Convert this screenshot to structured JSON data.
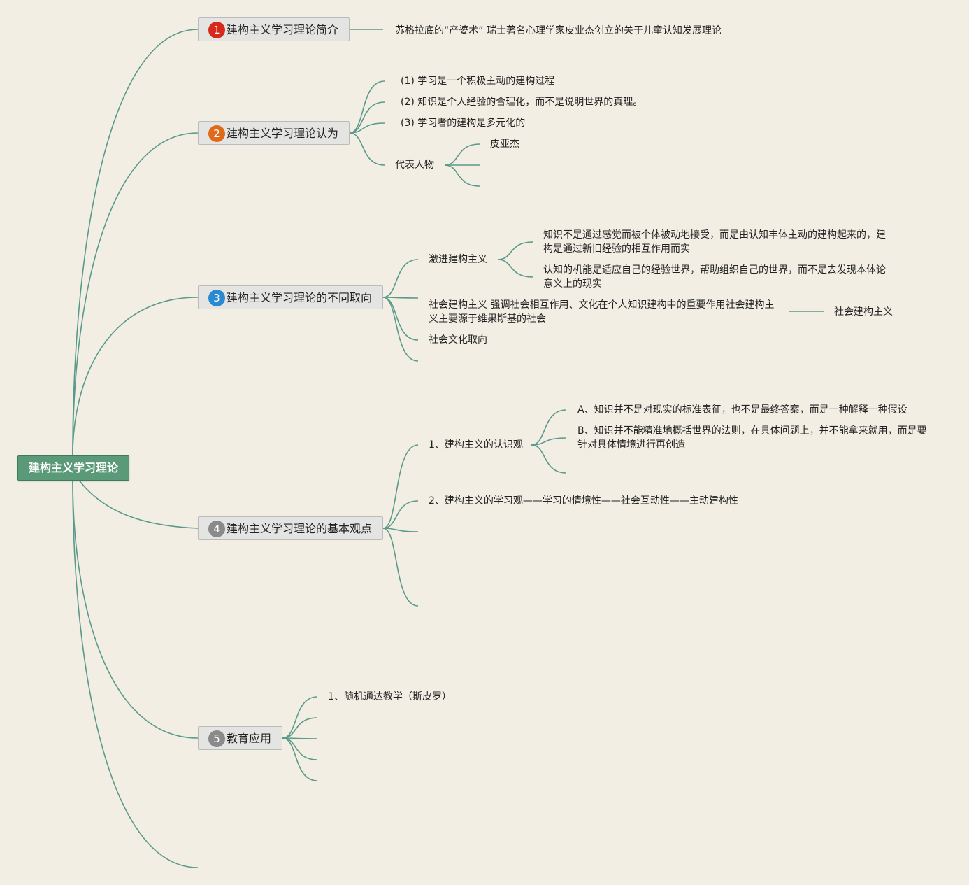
{
  "root": {
    "label": "建构主义学习理论"
  },
  "colors": {
    "line": "#5a9a8a",
    "root": "#5a9a78",
    "badge1": "#d72a1c",
    "badge2": "#e06a1a",
    "badge3": "#2a8ad0",
    "badge4": "#8a8a8a",
    "badge5": "#8a8a8a"
  },
  "topics": [
    {
      "num": "1",
      "label": "建构主义学习理论简介"
    },
    {
      "num": "2",
      "label": "建构主义学习理论认为"
    },
    {
      "num": "3",
      "label": "建构主义学习理论的不同取向"
    },
    {
      "num": "4",
      "label": "建构主义学习理论的基本观点"
    },
    {
      "num": "5",
      "label": "教育应用"
    }
  ],
  "t1": {
    "desc": "苏格拉底的“产婆术” 瑞士著名心理学家皮业杰创立的关于儿童认知发展理论"
  },
  "t2": {
    "items": [
      "(1)  学习是一个积极主动的建构过程",
      "(2)  知识是个人经验的合理化，而不是说明世界的真理。",
      "(3)  学习者的建构是多元化的"
    ],
    "rep_label": "代表人物",
    "rep_items": [
      "皮亚杰"
    ]
  },
  "t3": {
    "radical": "激进建构主义",
    "radical_items": [
      "知识不是通过感觉而被个体被动地接受，而是由认知丰体主动的建构起来的，建构是通过新旧经验的相互作用而实",
      "认知的机能是适应自己的经验世界，帮助组织自己的世界，而不是去发现本体论意义上的现实"
    ],
    "social": "社会建构主义 强调社会相互作用、文化在个人知识建构中的重要作用社会建构主义主要源于维果斯基的社会",
    "social_child": "社会建构主义",
    "cultural": "社会文化取向"
  },
  "t4": {
    "view1": "1、建构主义的认识观",
    "view1_items": [
      "A、知识并不是对现实的标准表征，也不是最终答案，而是一种解释一种假设",
      "B、知识并不能精准地概括世界的法则，在具体问题上，并不能拿来就用，而是要针对具体情境进行再创造"
    ],
    "view2": "2、建构主义的学习观——学习的情境性——社会互动性——主动建构性"
  },
  "t5": {
    "items": [
      "1、随机通达教学（斯皮罗）"
    ]
  }
}
